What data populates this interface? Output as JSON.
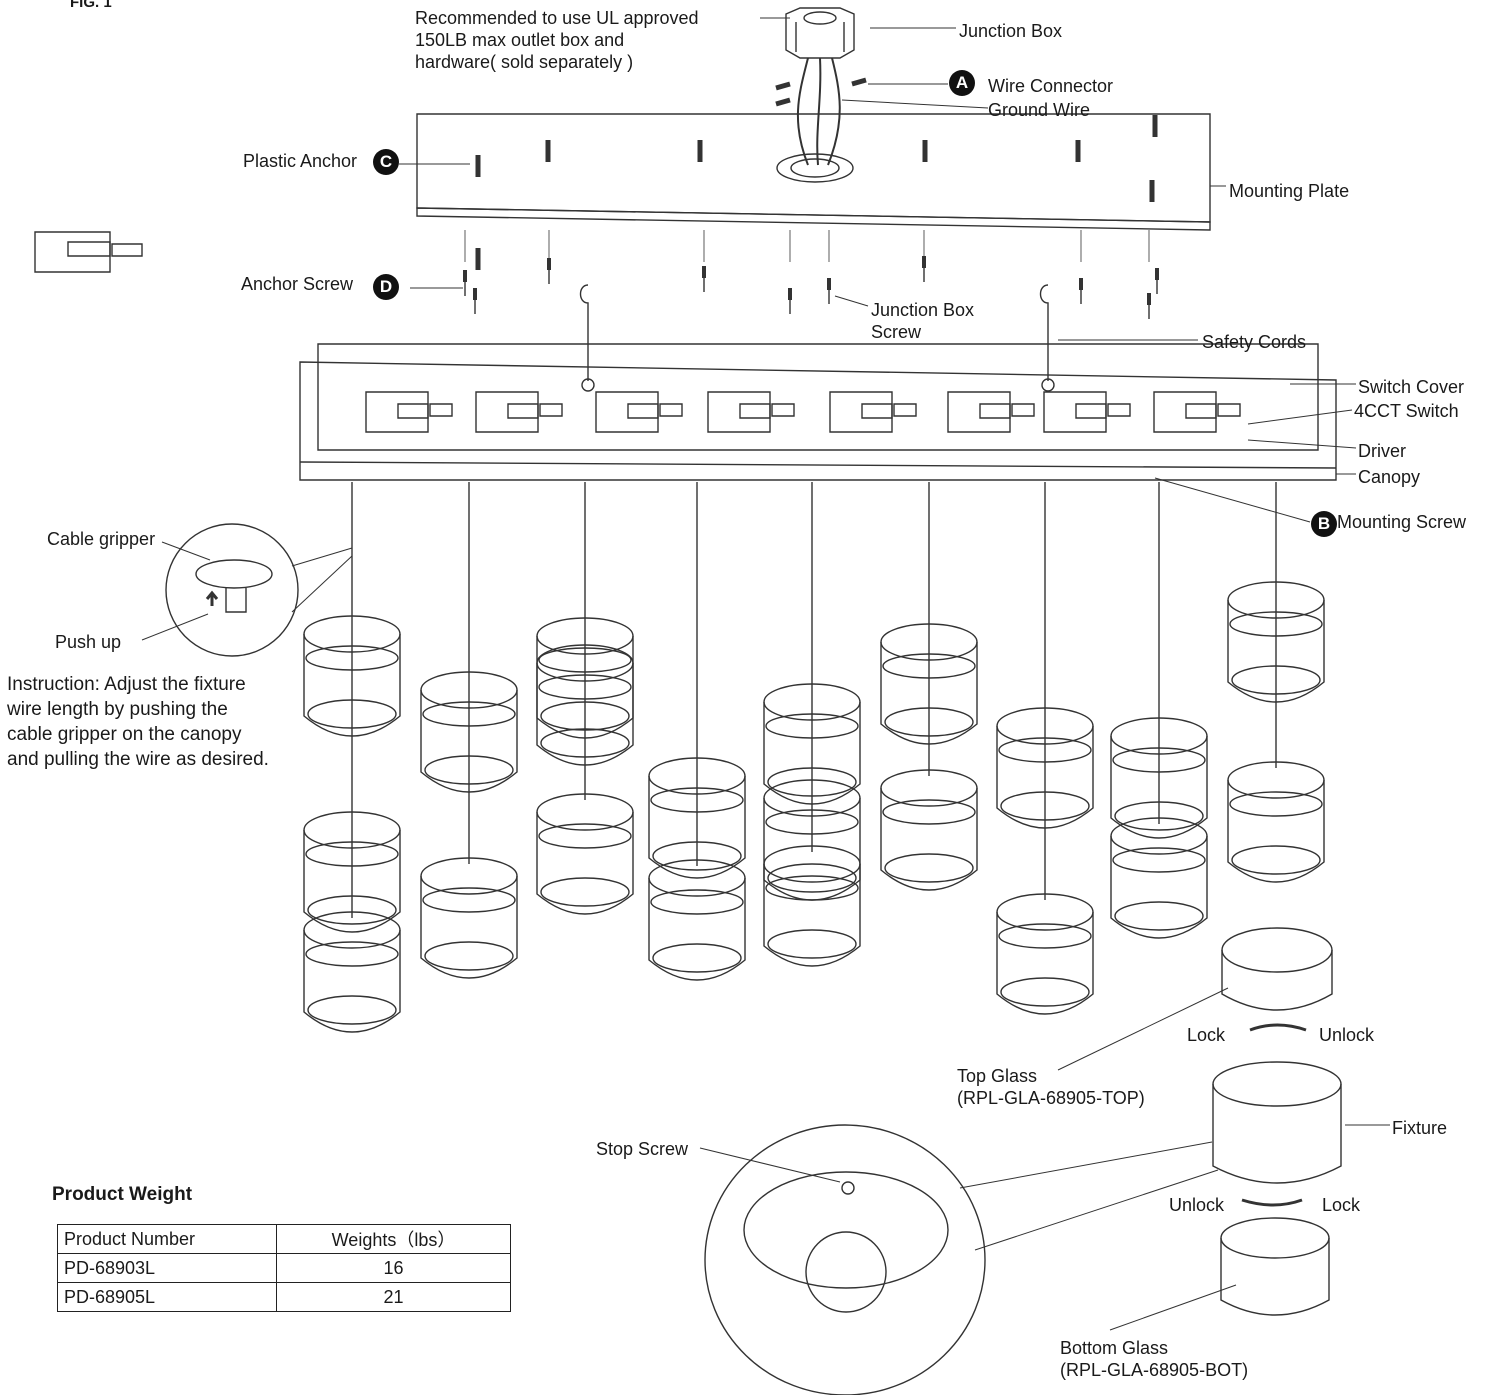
{
  "figure_label": "FIG. 1",
  "callouts": {
    "recommendation": "Recommended to use UL approved\n150LB max outlet box and\nhardware( sold separately )",
    "junction_box": "Junction Box",
    "wire_connector": "Wire Connector",
    "ground_wire": "Ground Wire",
    "plastic_anchor": "Plastic Anchor",
    "mounting_plate": "Mounting Plate",
    "anchor_screw": "Anchor Screw",
    "junction_box_screw": "Junction Box\nScrew",
    "safety_cords": "Safety Cords",
    "switch_cover": "Switch Cover",
    "cct_switch": "4CCT Switch",
    "driver": "Driver",
    "canopy": "Canopy",
    "mounting_screw": "Mounting Screw",
    "cable_gripper": "Cable gripper",
    "push_up": "Push up",
    "instruction": "Instruction: Adjust the fixture\nwire length by pushing the\ncable gripper on the canopy\nand pulling the wire as desired.",
    "lock_top": "Lock",
    "unlock_top": "Unlock",
    "top_glass": "Top Glass\n(RPL-GLA-68905-TOP)",
    "fixture": "Fixture",
    "stop_screw": "Stop Screw",
    "unlock_bottom": "Unlock",
    "lock_bottom": "Lock",
    "bottom_glass": "Bottom Glass\n(RPL-GLA-68905-BOT)"
  },
  "badges": {
    "a": "A",
    "b": "B",
    "c": "C",
    "d": "D"
  },
  "weight_table": {
    "title": "Product Weight",
    "headers": [
      "Product Number",
      "Weights（lbs）"
    ],
    "rows": [
      [
        "PD-68903L",
        "16"
      ],
      [
        "PD-68905L",
        "21"
      ]
    ]
  }
}
